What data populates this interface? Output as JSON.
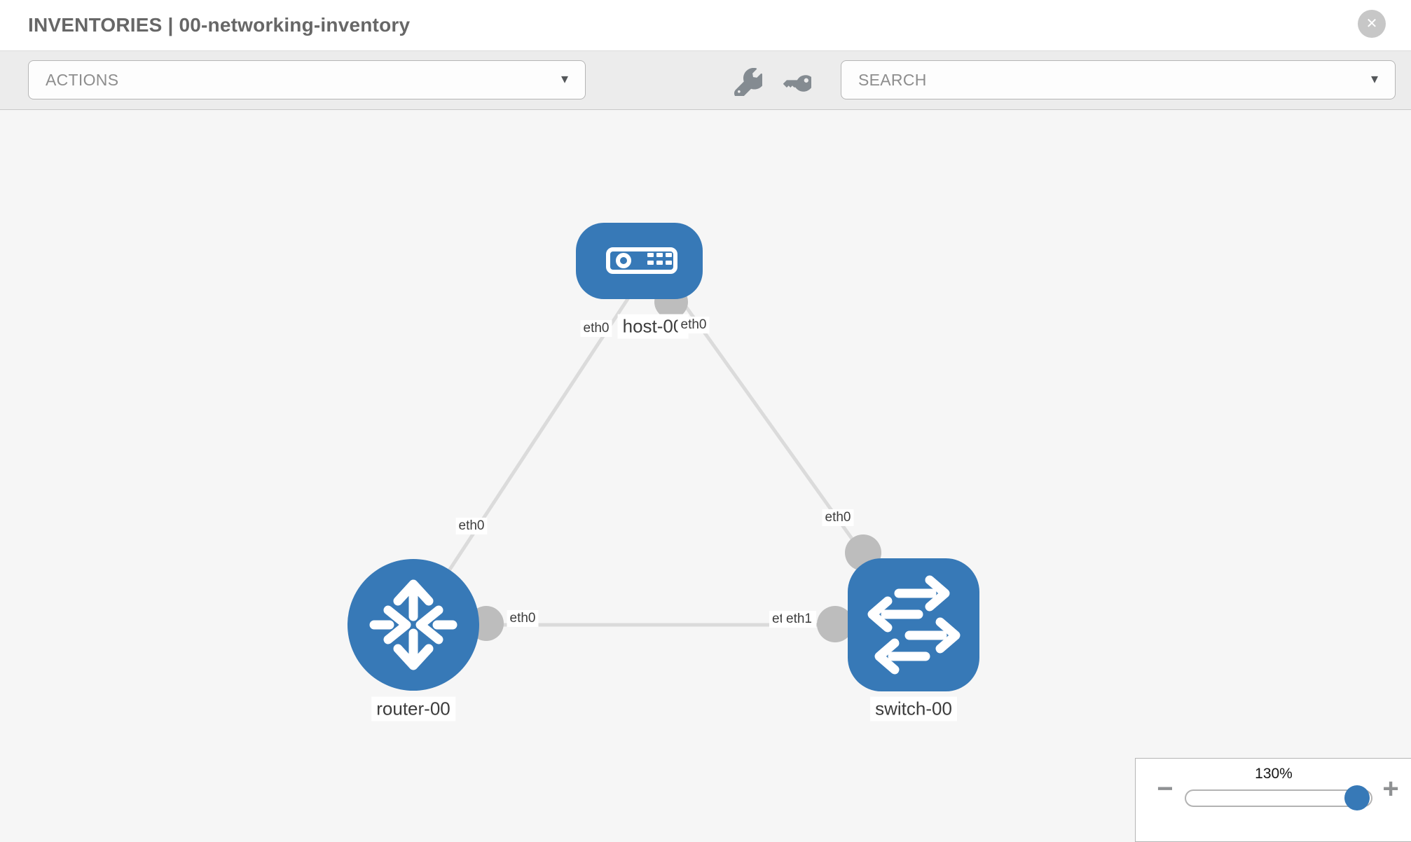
{
  "header": {
    "title": "INVENTORIES | 00-networking-inventory",
    "close_glyph": "✕"
  },
  "toolbar": {
    "actions_label": "ACTIONS",
    "search_label": "SEARCH",
    "caret_glyph": "▾",
    "icon_names": [
      "wrench-icon",
      "key-icon"
    ]
  },
  "topology": {
    "nodes": [
      {
        "label": "host-00",
        "type": "host"
      },
      {
        "label": "router-00",
        "type": "router"
      },
      {
        "label": "switch-00",
        "type": "switch"
      }
    ],
    "links": [
      {
        "source": "host-00",
        "target": "router-00",
        "source_interface": "eth0",
        "target_interface": "eth0"
      },
      {
        "source": "host-00",
        "target": "switch-00",
        "source_interface": "eth0",
        "target_interface": "eth0"
      },
      {
        "source": "router-00",
        "target": "switch-00",
        "source_interface": "eth0",
        "target_interface": "eth1"
      }
    ]
  },
  "zoom_control": {
    "level": "130%",
    "minus_glyph": "−",
    "plus_glyph": "+"
  },
  "colors": {
    "node_blue": "#3779b7",
    "link_gray": "#dbdbdb",
    "connector_gray": "#bdbdbd",
    "canvas_bg": "#f6f6f6",
    "toolbar_bg": "#ececec"
  }
}
